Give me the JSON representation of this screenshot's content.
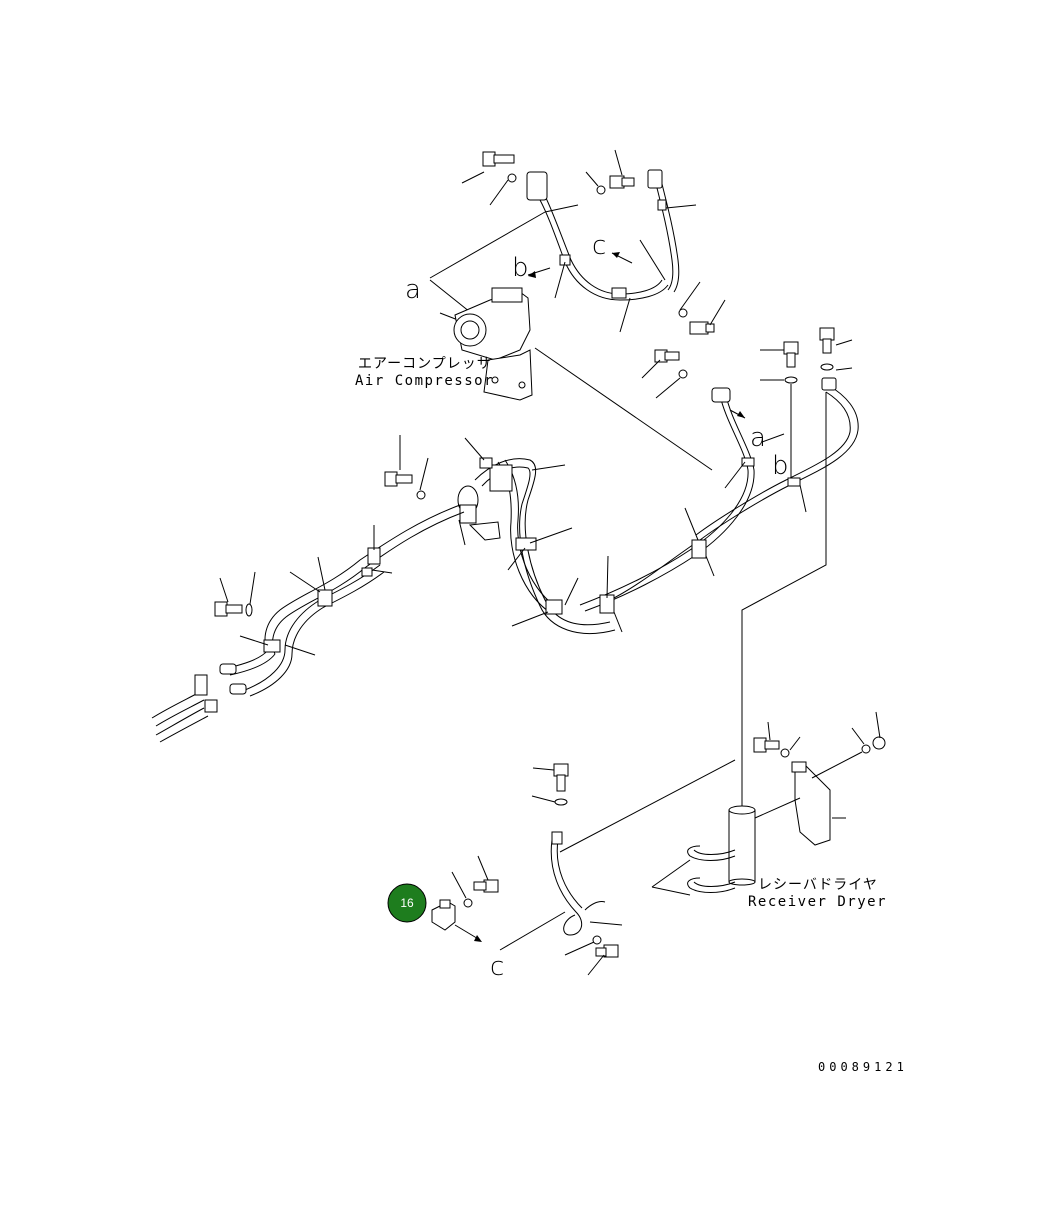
{
  "diagram": {
    "air_compressor_label_jp": "エアーコンプレッサ",
    "air_compressor_label_en": "Air Compressor",
    "receiver_dryer_label_jp": "レシーバドライヤ",
    "receiver_dryer_label_en": "Receiver Dryer",
    "refs": {
      "a_top": "a",
      "b_top": "b",
      "c_top": "c",
      "a_right": "a",
      "b_right": "b",
      "c_bottom": "c"
    },
    "callout": {
      "number": "16",
      "color": "#1e7d1e"
    },
    "document_number": "00089121"
  }
}
